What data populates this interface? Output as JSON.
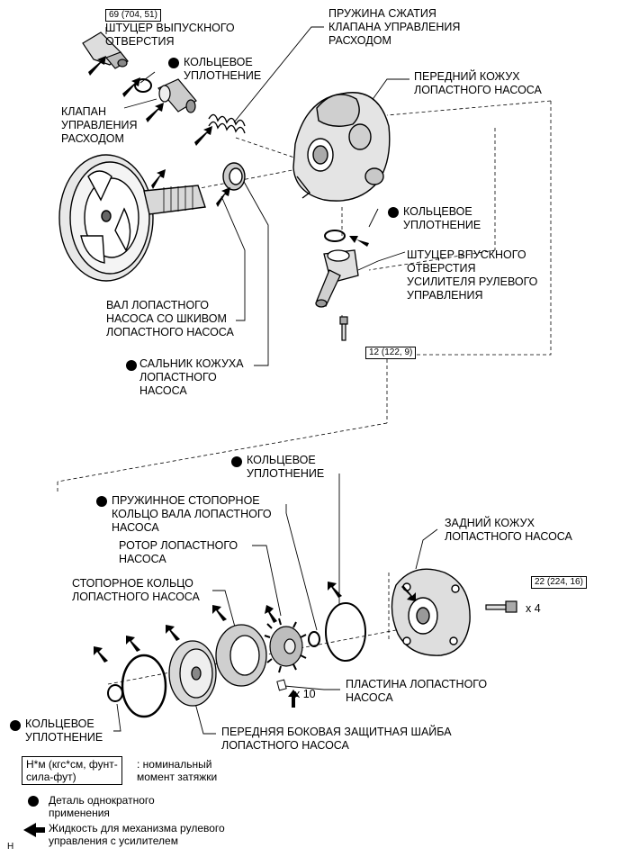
{
  "torques": {
    "outlet_union": "69 (704, 51)",
    "inlet_bolt": "12 (122, 9)",
    "rear_housing_bolt": "22 (224, 16)"
  },
  "labels": {
    "outlet_union": "ШТУЦЕР ВЫПУСКНОГО\nОТВЕРСТИЯ",
    "oring_top": "КОЛЬЦЕВОЕ\nУПЛОТНЕНИЕ",
    "flow_valve": "КЛАПАН\nУПРАВЛЕНИЯ\nРАСХОДОМ",
    "spring": "ПРУЖИНА СЖАТИЯ\nКЛАПАНА УПРАВЛЕНИЯ\nРАСХОДОМ",
    "front_housing": "ПЕРЕДНИЙ КОЖУХ\nЛОПАСТНОГО НАСОСА",
    "oring_mid": "КОЛЬЦЕВОЕ\nУПЛОТНЕНИЕ",
    "inlet_union": "ШТУЦЕР ВПУСКНОГО\nОТВЕРСТИЯ\nУСИЛИТЕЛЯ РУЛЕВОГО\nУПРАВЛЕНИЯ",
    "shaft_pulley": "ВАЛ ЛОПАСТНОГО\nНАСОСА СО ШКИВОМ\nЛОПАСТНОГО НАСОСА",
    "oil_seal": "САЛЬНИК КОЖУХА\nЛОПАСТНОГО\nНАСОСА",
    "oring_rear": "КОЛЬЦЕВОЕ\nУПЛОТНЕНИЕ",
    "snap_ring": "ПРУЖИННОЕ СТОПОРНОЕ\nКОЛЬЦО ВАЛА ЛОПАСТНОГО\nНАСОСА",
    "rotor": "РОТОР ЛОПАСТНОГО\nНАСОСА",
    "cam_ring": "СТОПОРНОЕ КОЛЬЦО\nЛОПАСТНОГО НАСОСА",
    "rear_housing": "ЗАДНИЙ КОЖУХ\nЛОПАСТНОГО НАСОСА",
    "multiplier_bolts": "x 4",
    "vane_plate": "ПЛАСТИНА ЛОПАСТНОГО\nНАСОСА",
    "multiplier_plates": "x 10",
    "oring_bottom": "КОЛЬЦЕВОЕ\nУПЛОТНЕНИЕ",
    "side_plate": "ПЕРЕДНЯЯ БОКОВАЯ ЗАЩИТНАЯ ШАЙБА\nЛОПАСТНОГО НАСОСА"
  },
  "legend": {
    "torque_units": "Н*м (кгс*см, фунт-\nсила-фут)",
    "torque_desc": ": номинальный\nмомент затяжки",
    "single_use": "Деталь однократного\nприменения",
    "fluid": "Жидкость для механизма рулевого\nуправления с усилителем"
  },
  "corner_mark": "H"
}
